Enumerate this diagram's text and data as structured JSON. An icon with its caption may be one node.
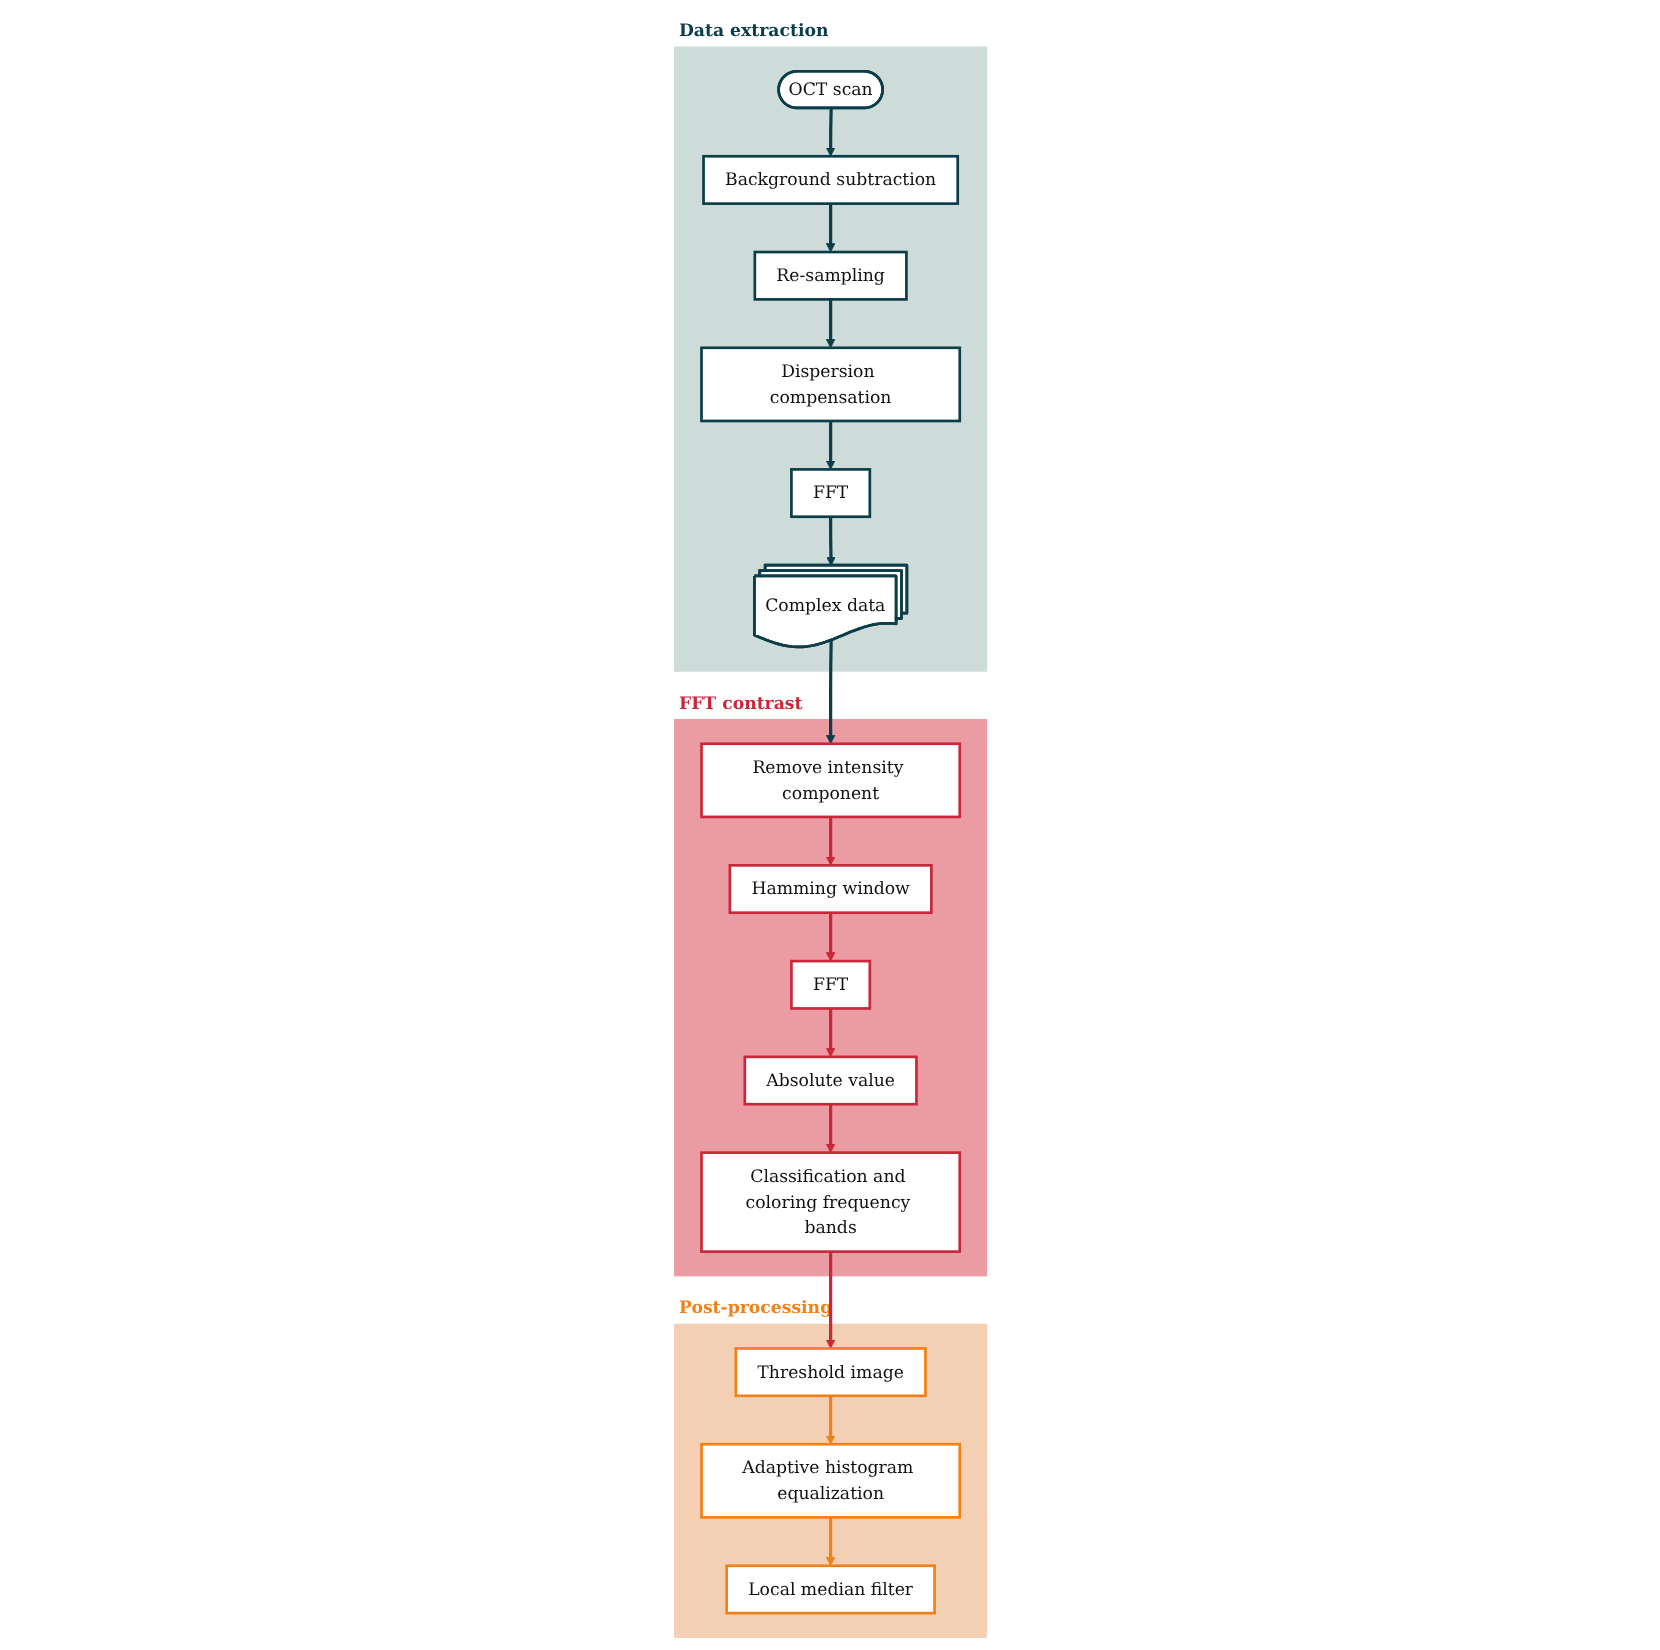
{
  "diagram": {
    "nodes": [
      {
        "text": [
          "Data extraction"
        ]
      },
      {
        "text": [
          "OCT scan"
        ],
        "in": 0
      },
      {
        "text": [
          "Background subtraction"
        ],
        "in": 0
      },
      {
        "text": [
          "Re-sampling"
        ],
        "in": 0
      },
      {
        "text": [
          "Dispersion compensation"
        ],
        "in": 0
      },
      {
        "text": [
          "FFT"
        ],
        "in": 0
      },
      {
        "text": [
          "Complex data"
        ],
        "in": 0
      },
      {
        "text": [
          "FFT contrast"
        ]
      },
      {
        "text": [
          "Remove intensity component"
        ],
        "in": 7
      },
      {
        "text": [
          "Hamming window"
        ],
        "in": 7
      },
      {
        "text": [
          "FFT"
        ],
        "in": 7
      },
      {
        "text": [
          "Absolute value"
        ],
        "in": 7
      },
      {
        "text": [
          "Classification and coloring frequency bands"
        ],
        "in": 7
      },
      {
        "text": [
          "Post-processing"
        ]
      },
      {
        "text": [
          "Threshold image"
        ],
        "in": 13
      },
      {
        "text": [
          "Adaptive histogram equalization"
        ],
        "in": 13
      },
      {
        "text": [
          "Local median filter"
        ],
        "in": 13
      }
    ],
    "edges": [
      {
        "from": 1,
        "to": 2,
        "arrow": "to"
      },
      {
        "from": 2,
        "to": 3,
        "arrow": "to"
      },
      {
        "from": 3,
        "to": 4,
        "arrow": "to"
      },
      {
        "from": 4,
        "to": 5,
        "arrow": "to"
      },
      {
        "from": 5,
        "to": 6,
        "arrow": "to"
      },
      {
        "from": 6,
        "to": 8,
        "arrow": "to"
      },
      {
        "from": 8,
        "to": 9,
        "arrow": "to",
        "color": "#c8283a"
      },
      {
        "from": 9,
        "to": 10,
        "arrow": "to",
        "color": "#c8283a"
      },
      {
        "from": 10,
        "to": 11,
        "arrow": "to",
        "color": "#c8283a"
      },
      {
        "from": 11,
        "to": 12,
        "arrow": "to",
        "color": "#c8283a"
      },
      {
        "from": 12,
        "to": 14,
        "arrow": "to",
        "color": "#c8283a"
      },
      {
        "from": 14,
        "to": 15,
        "arrow": "to",
        "color": "#f08018"
      },
      {
        "from": 15,
        "to": 16,
        "arrow": "to",
        "color": "#f08018"
      }
    ]
  }
}
